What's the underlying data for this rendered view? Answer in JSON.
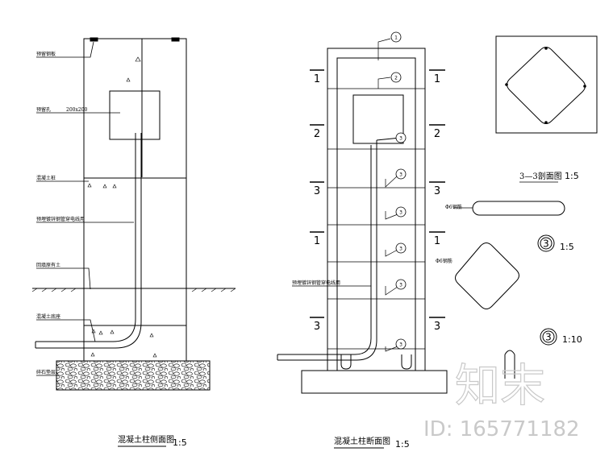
{
  "left_view": {
    "labels": {
      "embedded_plate": "预留钢板",
      "reserved_hole": "预留孔",
      "hole_size": "200x200",
      "concrete_pile": "混凝土桩",
      "conduit": "预埋镀锌钢管穿电线用",
      "backfill": "回填原有土",
      "concrete_base": "混凝土底座",
      "gravel": "碎石垫层"
    },
    "title": "混凝土柱侧面图",
    "scale": "1:5"
  },
  "middle_view": {
    "balloons": [
      "1",
      "2",
      "3",
      "3",
      "3",
      "3",
      "3"
    ],
    "section_marks": [
      "1",
      "2",
      "3",
      "1",
      "3"
    ],
    "conduit_label": "预埋镀锌钢管穿电线用",
    "title": "混凝土柱断面图",
    "scale": "1:5"
  },
  "right_views": {
    "section_title": "3—3剖面图",
    "section_scale": "1:5",
    "bar_label": "Φ6钢筋",
    "plate_label": "Φ6钢筋",
    "detail1_num": "3",
    "detail1_scale": "1:5",
    "detail2_num": "3",
    "detail2_scale": "1:10"
  },
  "watermark": {
    "logo": "知末",
    "id": "ID: 165771182"
  }
}
